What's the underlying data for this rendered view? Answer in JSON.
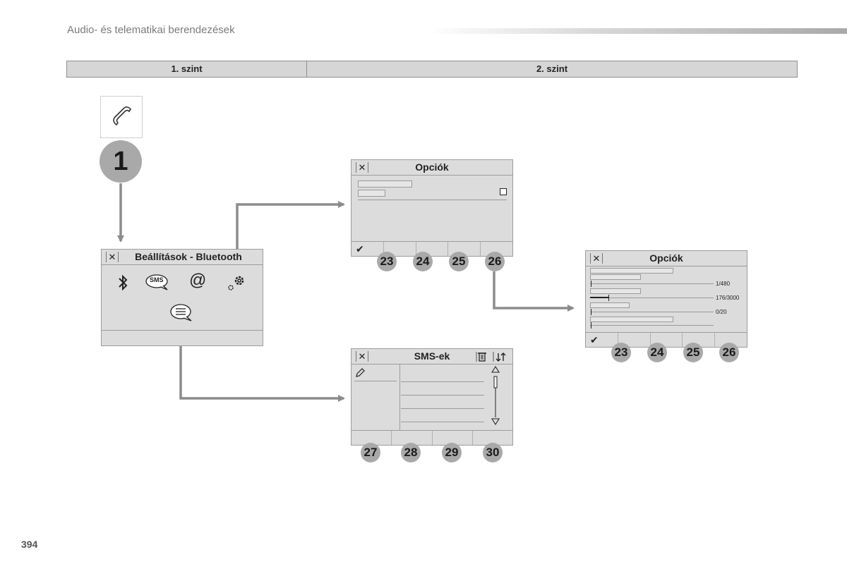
{
  "header": {
    "title": "Audio- és telematikai berendezések"
  },
  "levels": {
    "level1": "1. szint",
    "level2": "2. szint"
  },
  "step": {
    "number": "1"
  },
  "settings_screen": {
    "title": "Beállítások - Bluetooth",
    "icons": [
      "bluetooth-icon",
      "sms-icon",
      "at-sign-icon",
      "settings-gear-icon",
      "message-bubble-icon"
    ],
    "sms_icon_text": "SMS",
    "at_symbol": "@"
  },
  "options_screen_1": {
    "title": "Opciók",
    "badges": [
      "23",
      "24",
      "25",
      "26"
    ]
  },
  "options_screen_2": {
    "title": "Opciók",
    "badges": [
      "23",
      "24",
      "25",
      "26"
    ],
    "slider_labels": [
      "1/480",
      "176/3000",
      "0/20"
    ]
  },
  "sms_screen": {
    "title": "SMS-ek",
    "badges": [
      "27",
      "28",
      "29",
      "30"
    ]
  },
  "page": {
    "number": "394"
  },
  "colors": {
    "screen_bg": "#dcdcdc",
    "arrow": "#8c8c8c",
    "badge": "#a9a9a9",
    "border": "#9c9c9c"
  }
}
